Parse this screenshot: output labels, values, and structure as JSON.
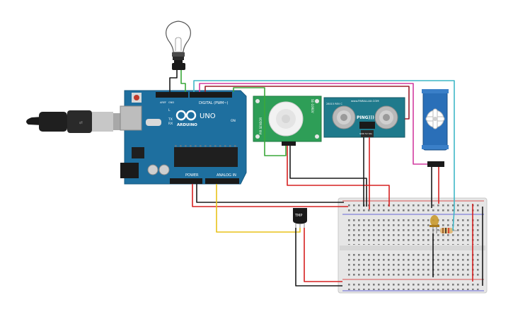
{
  "arduino": {
    "brand_text": "ARDUINO",
    "model_text": "UNO",
    "digital_header_text": "DIGITAL (PWM~)",
    "power_header_text": "POWER",
    "analog_header_text": "ANALOG IN",
    "tx_text": "TX",
    "rx_text": "RX",
    "l_text": "L",
    "on_text": "ON",
    "aref_text": "AREF",
    "gnd_text": "GND"
  },
  "pir_sensor": {
    "label_left": "PIR SENSOR",
    "label_right": "SE-10REV"
  },
  "ping_sensor": {
    "top_text": "www.PARALLAX.COM",
    "left_text": "28015 REV C",
    "name_text": "PING)))",
    "pins_text": "GND 5V SIG"
  },
  "temp_sensor": {
    "label": "TMP"
  },
  "colors": {
    "arduino_board": "#1e6f9f",
    "wire_red": "#d62020",
    "wire_black": "#1a1a1a",
    "wire_green": "#3aa83a",
    "wire_yellow": "#e8c21a",
    "wire_teal": "#3fb7c6",
    "wire_pink": "#d23ca0",
    "breadboard": "#e8e8e8",
    "pir_board": "#2e9e57",
    "ping_board": "#1f7a8c",
    "servo": "#2a6fb8"
  }
}
